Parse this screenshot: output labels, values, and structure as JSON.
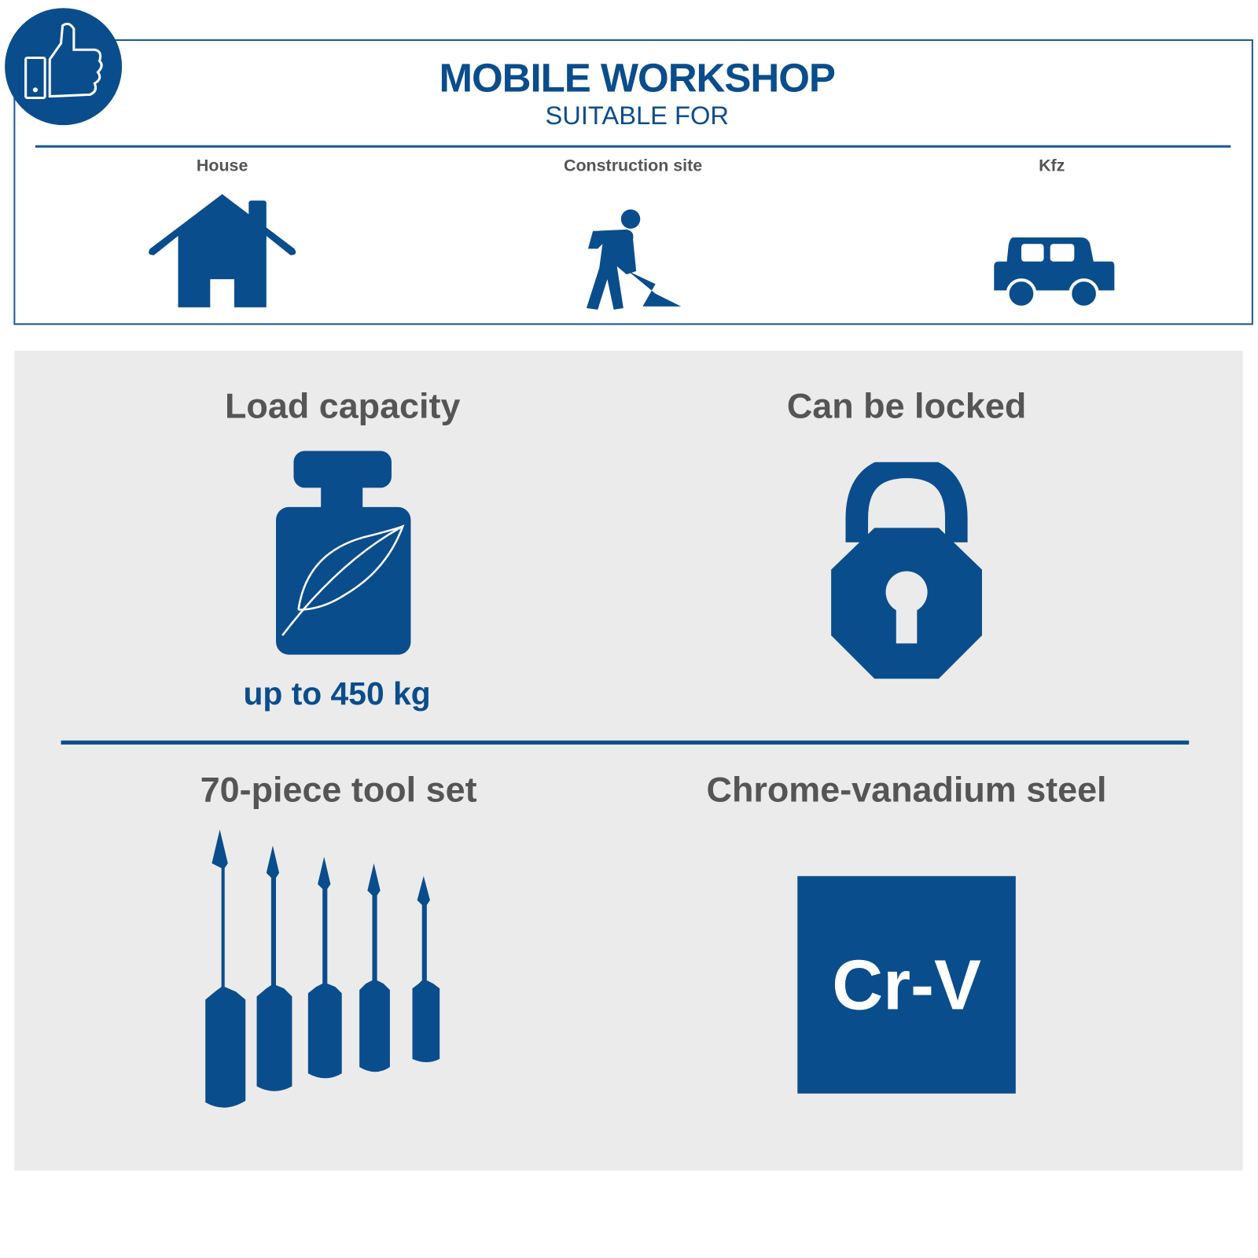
{
  "header": {
    "title": "MOBILE WORKSHOP",
    "subtitle": "SUITABLE FOR"
  },
  "suitable_for": [
    {
      "label": "House",
      "icon": "house-icon"
    },
    {
      "label": "Construction site",
      "icon": "worker-shovel-icon"
    },
    {
      "label": "Kfz",
      "icon": "car-icon"
    }
  ],
  "features": {
    "load": {
      "title": "Load capacity",
      "value": "up to 450 kg",
      "icon": "weight-feather-icon"
    },
    "lock": {
      "title": "Can be locked",
      "icon": "padlock-icon"
    },
    "tools": {
      "title": "70-piece tool set",
      "icon": "screwdrivers-icon"
    },
    "steel": {
      "title": "Chrome-vanadium steel",
      "badge": "Cr-V"
    }
  },
  "colors": {
    "brand_blue": "#0a4d8c",
    "panel_gray": "#ebebeb",
    "text_gray": "#555555"
  }
}
